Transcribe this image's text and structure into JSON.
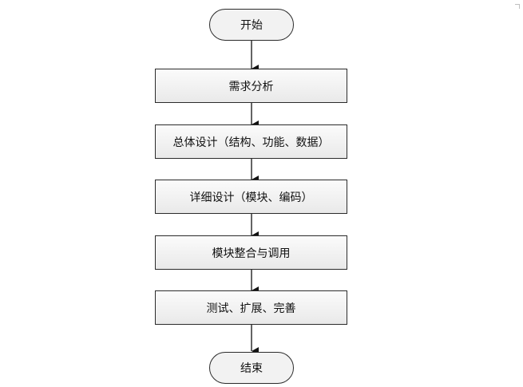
{
  "flowchart": {
    "start": "开始",
    "steps": [
      "需求分析",
      "总体设计（结构、功能、数据）",
      "详细设计（模块、编码）",
      "模块整合与调用",
      "测试、扩展、完善"
    ],
    "end": "结束"
  }
}
